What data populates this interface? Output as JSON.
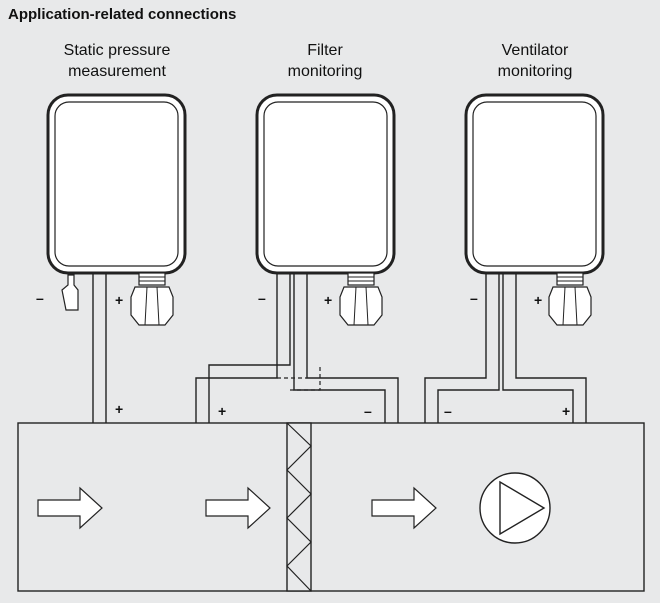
{
  "title": "Application-related connections",
  "devices": [
    {
      "label": "Static pressure\nmeasurement"
    },
    {
      "label": "Filter\nmonitoring"
    },
    {
      "label": "Ventilator\nmonitoring"
    }
  ],
  "polarity": {
    "minus": "–",
    "plus": "+"
  },
  "colors": {
    "background": "#e8e9ea",
    "device_fill": "#ffffff",
    "stroke": "#222222"
  }
}
